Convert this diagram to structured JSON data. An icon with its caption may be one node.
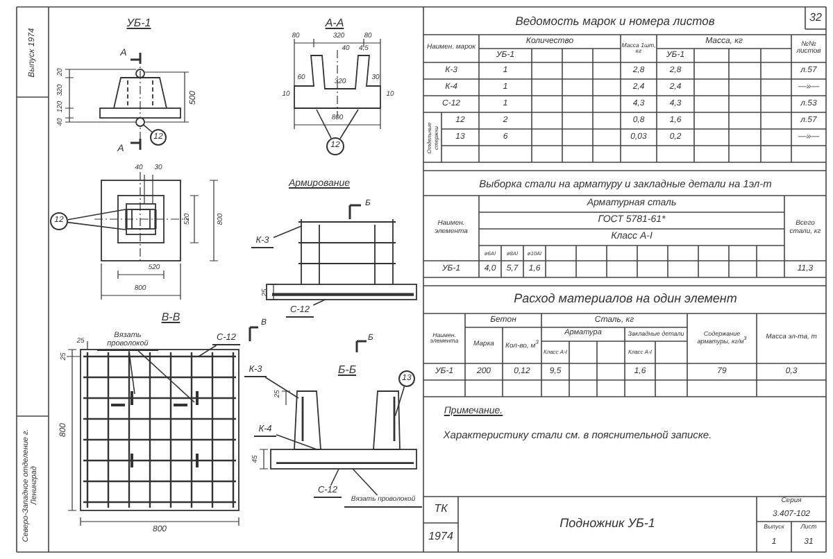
{
  "diagram": {
    "title": "Подножник УБ-1",
    "nodes": [
      {
        "text": [
          "12"
        ]
      },
      {
        "text": [
          "12"
        ]
      },
      {
        "text": [
          "12"
        ]
      },
      {
        "text": [
          "К-3"
        ]
      },
      {
        "text": [
          "С-12"
        ]
      },
      {
        "text": [
          "Вязать проволокой"
        ]
      },
      {
        "text": [
          "С-12"
        ]
      },
      {
        "text": [
          "К-3"
        ]
      },
      {
        "text": [
          "К-4"
        ]
      },
      {
        "text": [
          "С-12"
        ]
      },
      {
        "text": [
          "Вязать проволокой"
        ]
      },
      {
        "text": [
          "13"
        ]
      },
      {
        "text": [],
        "shape": "circle"
      },
      {
        "text": [],
        "shape": "box"
      },
      {
        "text": [],
        "shape": "box"
      },
      {
        "text": [],
        "shape": "box"
      },
      {
        "text": [],
        "shape": "box"
      },
      {
        "text": [],
        "shape": "bar"
      }
    ],
    "edges": [
      {
        "from": 0,
        "to": 12,
        "arrow": "none"
      },
      {
        "from": 1,
        "to": null,
        "arrow": "none"
      },
      {
        "from": 1,
        "to": null,
        "arrow": "none"
      },
      {
        "from": 2,
        "to": 13,
        "arrow": "none"
      },
      {
        "from": 2,
        "to": 14,
        "arrow": "none"
      },
      {
        "from": 3,
        "to": null,
        "arrow": "none"
      },
      {
        "from": 4,
        "to": 15,
        "arrow": "none"
      },
      {
        "from": 5,
        "to": null,
        "arrow": "none"
      },
      {
        "from": 5,
        "to": null,
        "arrow": "none"
      },
      {
        "from": 6,
        "to": null,
        "arrow": "none"
      },
      {
        "from": 7,
        "to": null,
        "arrow": "none"
      },
      {
        "from": 8,
        "to": 16,
        "arrow": "none"
      },
      {
        "from": 9,
        "to": 16,
        "arrow": "none"
      },
      {
        "from": 10,
        "to": 16,
        "arrow": "none"
      },
      {
        "from": 11,
        "to": 17,
        "arrow": "none"
      }
    ],
    "labels": [
      "Выпуск 1974",
      "Северо-Западное отделение г. Ленинград",
      "УБ-1",
      "А",
      "20",
      "320",
      "120",
      "40",
      "500",
      "А",
      "А-А",
      "80",
      "320",
      "80",
      "40",
      "4,5",
      "60",
      "320",
      "30",
      "10",
      "10",
      "800",
      "40",
      "30",
      "520",
      "800",
      "520",
      "800",
      "Армирование",
      "Б",
      "25",
      "В",
      "В-В",
      "25",
      "25",
      "800",
      "800",
      "Б",
      "Б-Б",
      "45",
      "25",
      "Ведомость марок и номера листов",
      "32",
      "Наимен. марок",
      "Количество",
      "УБ-1",
      "Масса 1шт, кг",
      "Масса, кг",
      "УБ-1",
      "№№ листов",
      "К-3",
      "1",
      "2,8",
      "2,8",
      "л.57",
      "К-4",
      "1",
      "2,4",
      "2,4",
      "—»—",
      "С-12",
      "1",
      "4,3",
      "4,3",
      "л.53",
      "Отдельные стержни",
      "12",
      "2",
      "0,8",
      "1,6",
      "л.57",
      "13",
      "6",
      "0,03",
      "0,2",
      "—»—",
      "Выборка стали на арматуру и закладные детали на 1эл-т",
      "Наимен. элемента",
      "Арматурная сталь",
      "ГОСТ 5781-61*",
      "Класс А-I",
      "ø6АI",
      "ø8АI",
      "ø10АI",
      "Всего стали, кг",
      "УБ-1",
      "4,0",
      "5,7",
      "1,6",
      "11,3",
      "Расход материалов на один элемент",
      "Наимен. элемента",
      "Бетон",
      "Сталь, кг",
      "Содержание арматуры, кг/м$^{3}$",
      "Масса эл-та, т",
      "Марка",
      "Кол-во, м$^{3}$",
      "Арматура",
      "Закладные детали",
      "Класс А-I",
      "Класс А-I",
      "УБ-1",
      "200",
      "0,12",
      "9,5",
      "1,6",
      "79",
      "0,3",
      "Примечание.",
      "Характеристику стали см. в пояснительной записке.",
      "ТК",
      "1974",
      "Серия",
      "3.407-102",
      "Выпуск",
      "1",
      "Лист",
      "31"
    ]
  }
}
